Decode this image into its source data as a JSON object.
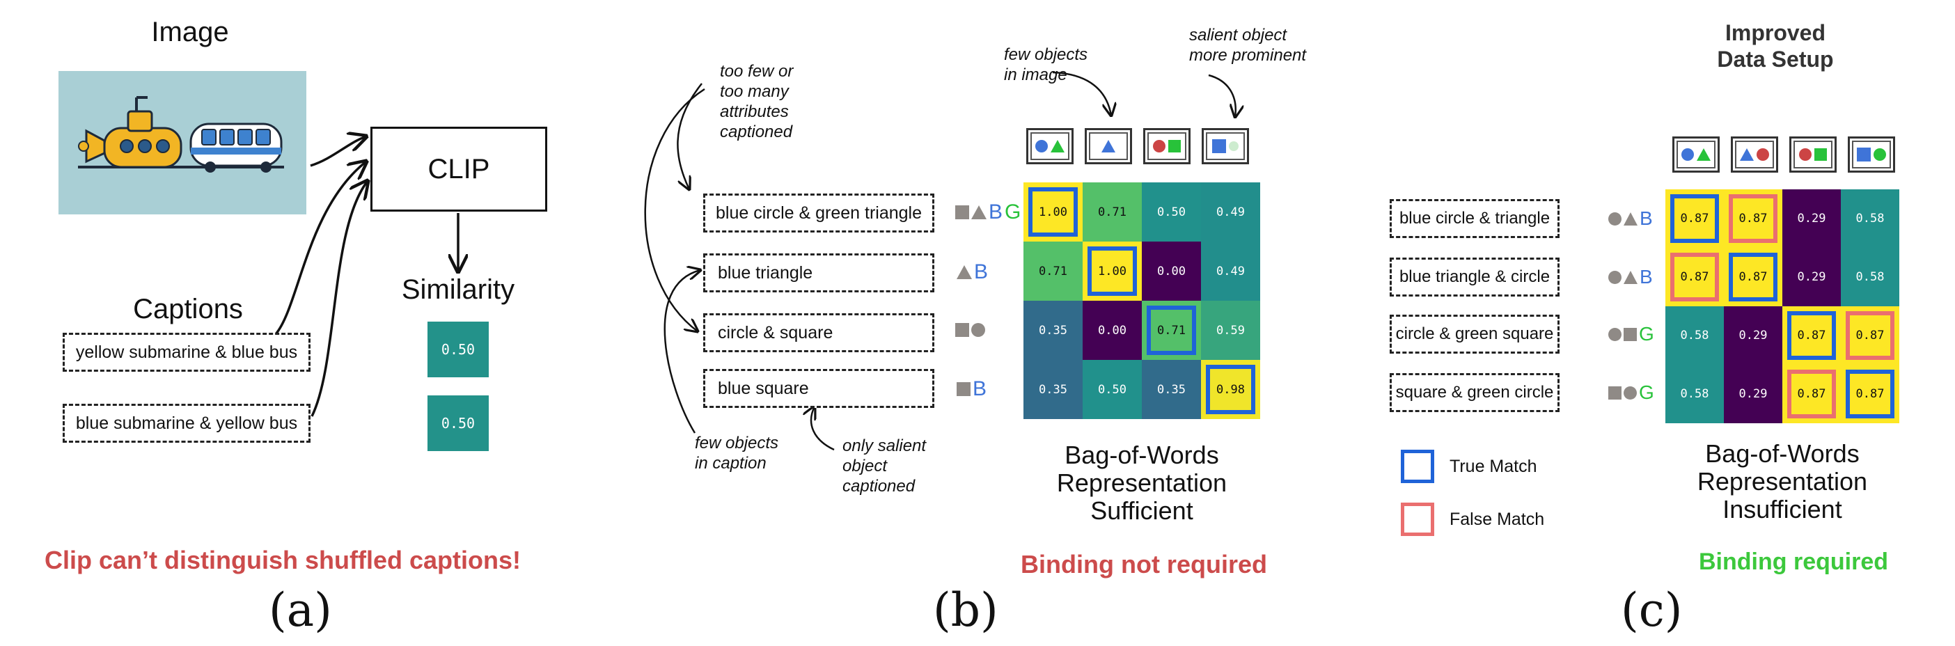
{
  "panel_a": {
    "image_title": "Image",
    "clip_label": "CLIP",
    "similarity_label": "Similarity",
    "captions_label": "Captions",
    "captions": [
      "yellow submarine & blue bus",
      "blue submarine & yellow bus"
    ],
    "similarities": [
      "0.50",
      "0.50"
    ],
    "conclusion": "Clip can’t distinguish shuffled captions!",
    "letter": "(a)"
  },
  "panel_b": {
    "notes": {
      "attributes": "too few or\ntoo many\nattributes\ncaptioned",
      "few_objects_image": "few objects\nin image",
      "salient_prominent": "salient object\nmore prominent",
      "few_objects_caption": "few objects\nin caption",
      "only_salient": "only salient\nobject\ncaptioned"
    },
    "captions": [
      "blue circle & green triangle",
      "blue triangle",
      "circle & square",
      "blue square"
    ],
    "matrix": [
      [
        "1.00",
        "0.71",
        "0.50",
        "0.49"
      ],
      [
        "0.71",
        "1.00",
        "0.00",
        "0.49"
      ],
      [
        "0.35",
        "0.00",
        "0.71",
        "0.59"
      ],
      [
        "0.35",
        "0.50",
        "0.35",
        "0.98"
      ]
    ],
    "true_match_cells": [
      [
        0,
        0
      ],
      [
        1,
        1
      ],
      [
        2,
        2
      ],
      [
        3,
        3
      ]
    ],
    "heading": "Bag-of-Words\nRepresentation\nSufficient",
    "conclusion": "Binding not required",
    "letter": "(b)"
  },
  "panel_c": {
    "title": "Improved\nData Setup",
    "captions": [
      "blue circle & triangle",
      "blue triangle & circle",
      "circle & green square",
      "square & green circle"
    ],
    "matrix": [
      [
        "0.87",
        "0.87",
        "0.29",
        "0.58"
      ],
      [
        "0.87",
        "0.87",
        "0.29",
        "0.58"
      ],
      [
        "0.58",
        "0.29",
        "0.87",
        "0.87"
      ],
      [
        "0.58",
        "0.29",
        "0.87",
        "0.87"
      ]
    ],
    "true_match_cells": [
      [
        0,
        0
      ],
      [
        1,
        1
      ],
      [
        2,
        2
      ],
      [
        3,
        3
      ]
    ],
    "false_match_cells": [
      [
        0,
        1
      ],
      [
        1,
        0
      ],
      [
        2,
        3
      ],
      [
        3,
        2
      ]
    ],
    "legend": {
      "true": "True Match",
      "false": "False Match"
    },
    "heading": "Bag-of-Words\nRepresentation\nInsufficient",
    "conclusion": "Binding required",
    "letter": "(c)"
  },
  "colors": {
    "blue": "#3f74d8",
    "green": "#28c23a",
    "red": "#cc4444",
    "gray": "#8f8a86",
    "true_match": "#1f63d8",
    "false_match": "#ea6f6f"
  }
}
